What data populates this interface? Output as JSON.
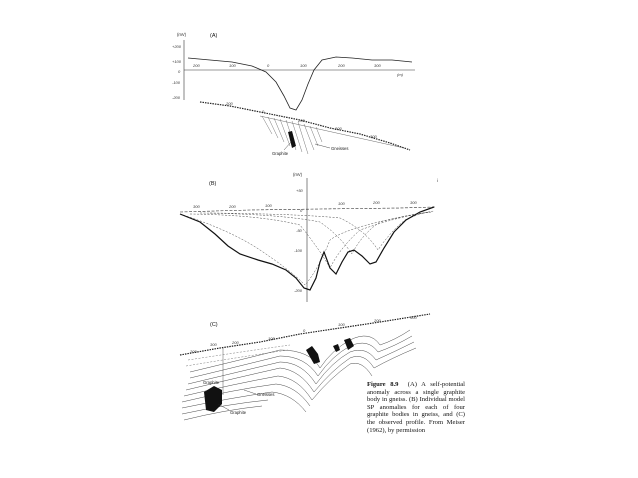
{
  "panelA": {
    "label": "(A)",
    "unit": "(mV)",
    "ticks": [
      "+200",
      "+100",
      "0",
      "-100",
      "-200"
    ],
    "distances": [
      "200",
      "100",
      "0",
      "100",
      "200",
      "300"
    ],
    "axis_unit": "(m)",
    "section_numbers": [
      "200",
      "0",
      "200",
      "200",
      "300"
    ],
    "geology": [
      "Graphite",
      "Gneisses"
    ]
  },
  "panelB": {
    "label": "(B)",
    "unit": "(mV)",
    "ticks": [
      "+50",
      "0",
      "-50",
      "-100",
      "-200"
    ],
    "distances": [
      "300",
      "200",
      "100",
      "100",
      "200",
      "300"
    ],
    "side_mark": "i"
  },
  "panelC": {
    "label": "(C)",
    "distances": [
      "200",
      "300",
      "200",
      "100",
      "0",
      "100",
      "200",
      "300"
    ],
    "geology": [
      "Graphite",
      "Gneisses",
      "Graphite"
    ]
  },
  "caption": {
    "title": "Figure 8.9",
    "text": "(A) A self-potential anomaly across a single graphite body in gneiss. (B) Individual model SP anomalies for each of four graphite bodies in gneiss, and (C) the observed profile. From Meiser (1962), by permission"
  }
}
